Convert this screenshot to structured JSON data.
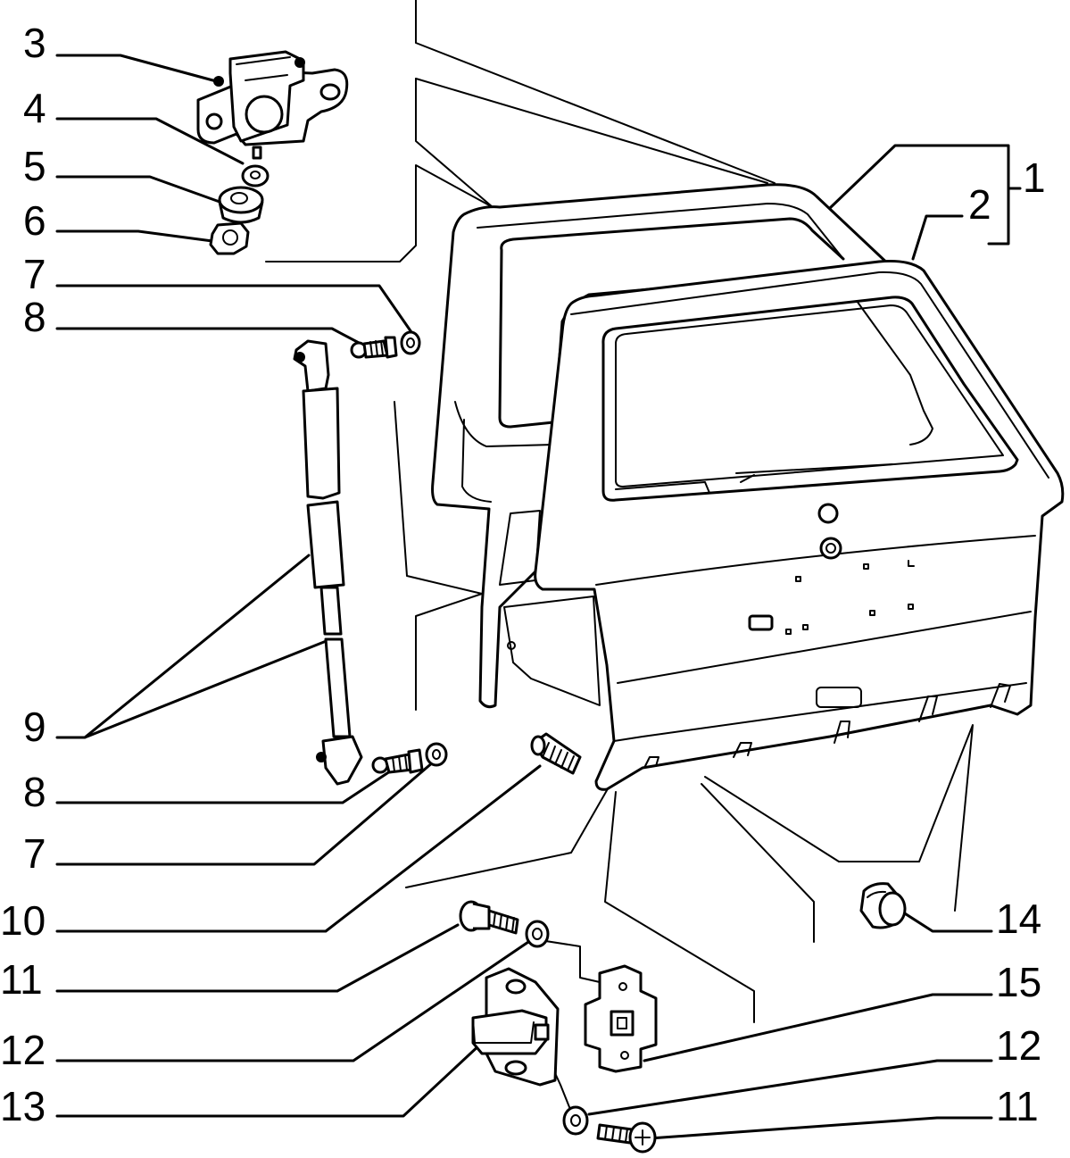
{
  "labels": {
    "n1": "1",
    "n2": "2",
    "n3": "3",
    "n4": "4",
    "n5": "5",
    "n6": "6",
    "n7a": "7",
    "n8a": "8",
    "n9": "9",
    "n8b": "8",
    "n7b": "7",
    "n10": "10",
    "n11a": "11",
    "n12a": "12",
    "n13": "13",
    "n14": "14",
    "n15": "15",
    "n12b": "12",
    "n11b": "11"
  }
}
